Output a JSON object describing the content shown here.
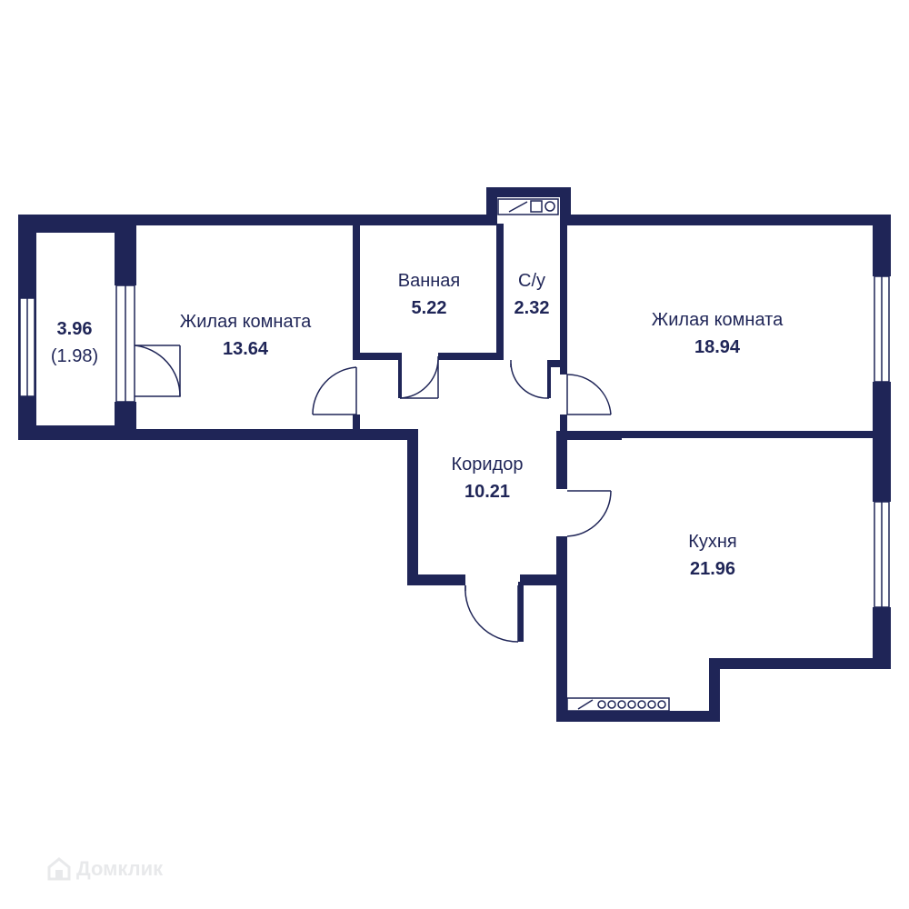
{
  "rooms": {
    "balcony": {
      "area": "3.96",
      "sub_area": "(1.98)"
    },
    "living_room_1": {
      "label": "Жилая комната",
      "area": "13.64"
    },
    "bathroom": {
      "label": "Ванная",
      "area": "5.22"
    },
    "wc": {
      "label": "С/у",
      "area": "2.32"
    },
    "living_room_2": {
      "label": "Жилая комната",
      "area": "18.94"
    },
    "corridor": {
      "label": "Коридор",
      "area": "10.21"
    },
    "kitchen": {
      "label": "Кухня",
      "area": "21.96"
    }
  },
  "watermark": {
    "text": "Домклик",
    "icon": "house-icon"
  },
  "colors": {
    "wall": "#1f2557",
    "background": "#ffffff"
  }
}
